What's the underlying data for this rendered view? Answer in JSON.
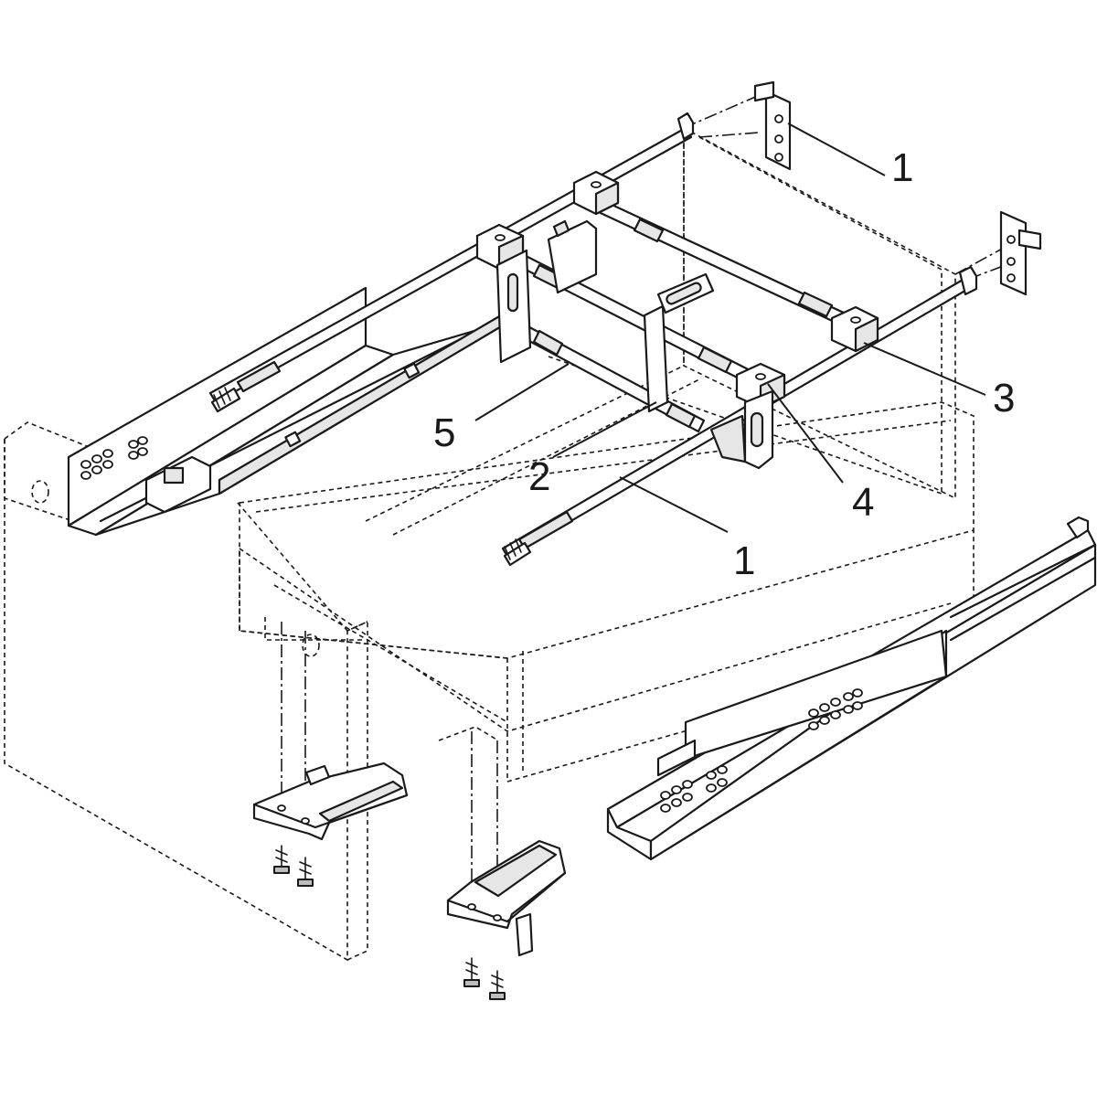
{
  "callouts": [
    {
      "id": "c1a",
      "text": "1"
    },
    {
      "id": "c3",
      "text": "3"
    },
    {
      "id": "c5",
      "text": "5"
    },
    {
      "id": "c2",
      "text": "2"
    },
    {
      "id": "c4",
      "text": "4"
    },
    {
      "id": "c1b",
      "text": "1"
    }
  ]
}
